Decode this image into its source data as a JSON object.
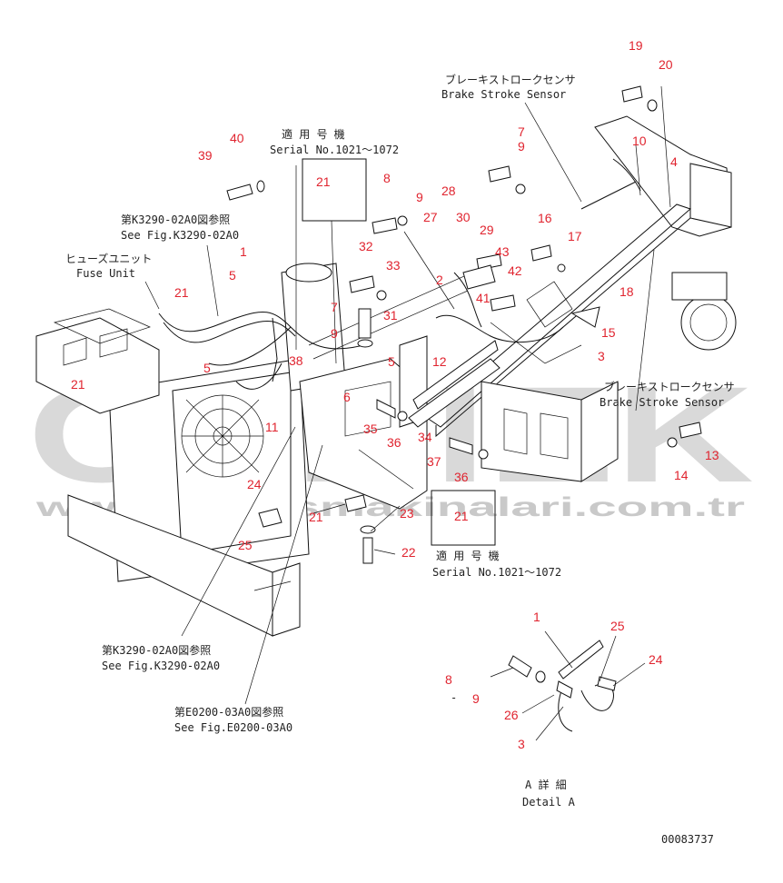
{
  "watermark": {
    "logo": "OFNIEK",
    "url": "www.ofluksmakinalari.com.tr"
  },
  "annotations": {
    "brake_sensor_top_jp": "ブレーキストロークセンサ",
    "brake_sensor_top_en": "Brake Stroke Sensor",
    "brake_sensor_right_jp": "ブレーキストロークセンサ",
    "brake_sensor_right_en": "Brake Stroke Sensor",
    "serial_top_jp": "適 用 号 機",
    "serial_top_en": "Serial No.1021～1072",
    "serial_bottom_jp": "適 用 号 機",
    "serial_bottom_en": "Serial No.1021～1072",
    "see_k3290_top_jp": "第K3290-02A0図参照",
    "see_k3290_top_en": "See Fig.K3290-02A0",
    "fuse_unit_jp": "ヒューズユニット",
    "fuse_unit_en": "Fuse Unit",
    "see_k3290_bottom_jp": "第K3290-02A0図参照",
    "see_k3290_bottom_en": "See Fig.K3290-02A0",
    "see_e0200_jp": "第E0200-03A0図参照",
    "see_e0200_en": "See Fig.E0200-03A0",
    "detail_a_jp": "A 詳 細",
    "detail_a_en": "Detail A",
    "drawing_number": "00083737",
    "dash": "-"
  },
  "part_numbers": {
    "n1": "1",
    "n2": "2",
    "n3": "3",
    "n4": "4",
    "n5": "5",
    "n6": "6",
    "n7": "7",
    "n8": "8",
    "n9": "9",
    "n10": "10",
    "n11": "11",
    "n12": "12",
    "n13": "13",
    "n14": "14",
    "n15": "15",
    "n16": "16",
    "n17": "17",
    "n18": "18",
    "n19": "19",
    "n20": "20",
    "n21": "21",
    "n22": "22",
    "n23": "23",
    "n24": "24",
    "n25": "25",
    "n26": "26",
    "n27": "27",
    "n28": "28",
    "n29": "29",
    "n30": "30",
    "n31": "31",
    "n32": "32",
    "n33": "33",
    "n34": "34",
    "n35": "35",
    "n36": "36",
    "n37": "37",
    "n38": "38",
    "n39": "39",
    "n40": "40",
    "n41": "41",
    "n42": "42",
    "n43": "43"
  }
}
